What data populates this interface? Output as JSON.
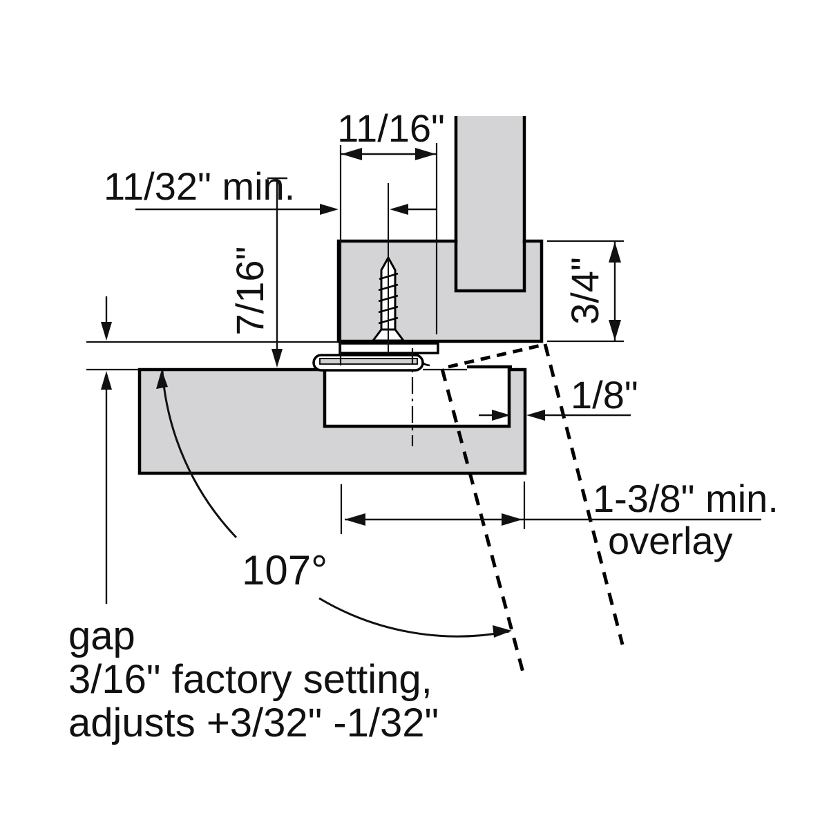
{
  "title": "Overlay hinge mounting cross-section diagram",
  "colors": {
    "background": "#ffffff",
    "outline": "#000000",
    "line": "#111111",
    "panel_fill": "#d4d4d6",
    "arm_strip_fill": "#cfd0d2"
  },
  "dimensions": {
    "plate_width": "11/16\"",
    "min_edge_distance": "11/32\" min.",
    "screw_offset": "7/16\"",
    "frame_thickness": "3/4\"",
    "cup_edge_distance": "1/8\"",
    "overlay_min": "1-3/8\" min.",
    "overlay_label": "overlay",
    "opening_angle": "107°"
  },
  "notes": {
    "gap_line1": "gap",
    "gap_line2": "3/16\" factory setting,",
    "gap_line3": "adjusts +3/32\" -1/32\""
  }
}
